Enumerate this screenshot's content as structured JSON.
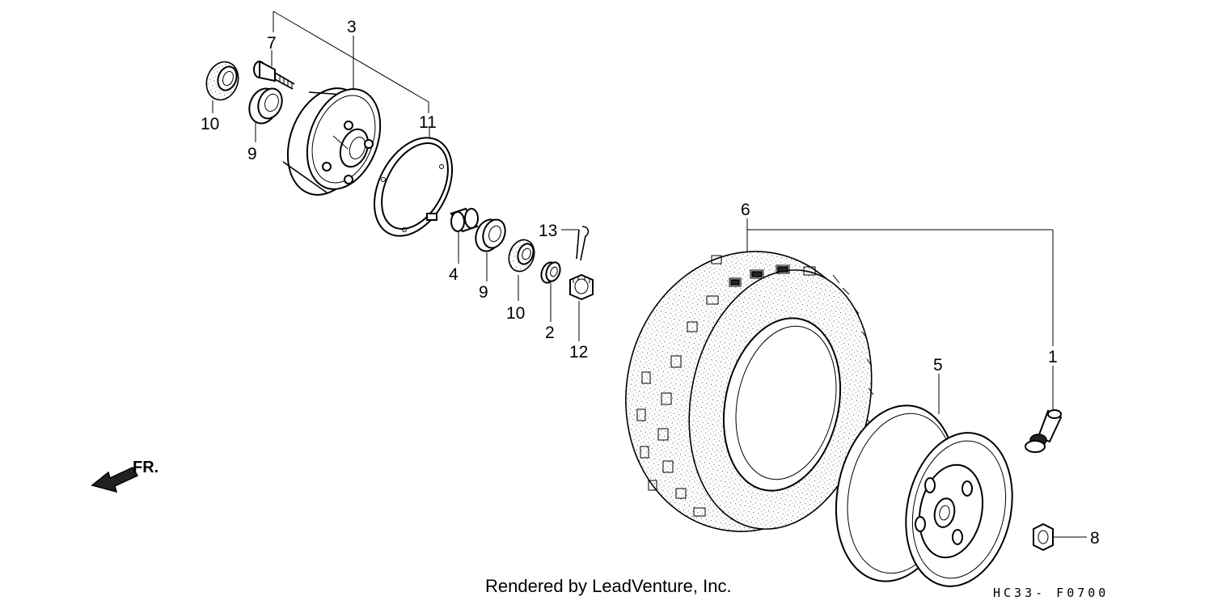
{
  "callouts": [
    {
      "id": "c1",
      "label": "1"
    },
    {
      "id": "c2",
      "label": "2"
    },
    {
      "id": "c3",
      "label": "3"
    },
    {
      "id": "c4",
      "label": "4"
    },
    {
      "id": "c5",
      "label": "5"
    },
    {
      "id": "c6",
      "label": "6"
    },
    {
      "id": "c7",
      "label": "7"
    },
    {
      "id": "c8",
      "label": "8"
    },
    {
      "id": "c9a",
      "label": "9"
    },
    {
      "id": "c9b",
      "label": "9"
    },
    {
      "id": "c10a",
      "label": "10"
    },
    {
      "id": "c10b",
      "label": "10"
    },
    {
      "id": "c11",
      "label": "11"
    },
    {
      "id": "c12",
      "label": "12"
    },
    {
      "id": "c13",
      "label": "13"
    }
  ],
  "direction_marker": {
    "label": "FR.",
    "icon": "arrow-left-icon"
  },
  "footer": {
    "rendered_by": "Rendered by LeadVenture, Inc.",
    "diagram_code": "HC33- F0700"
  }
}
